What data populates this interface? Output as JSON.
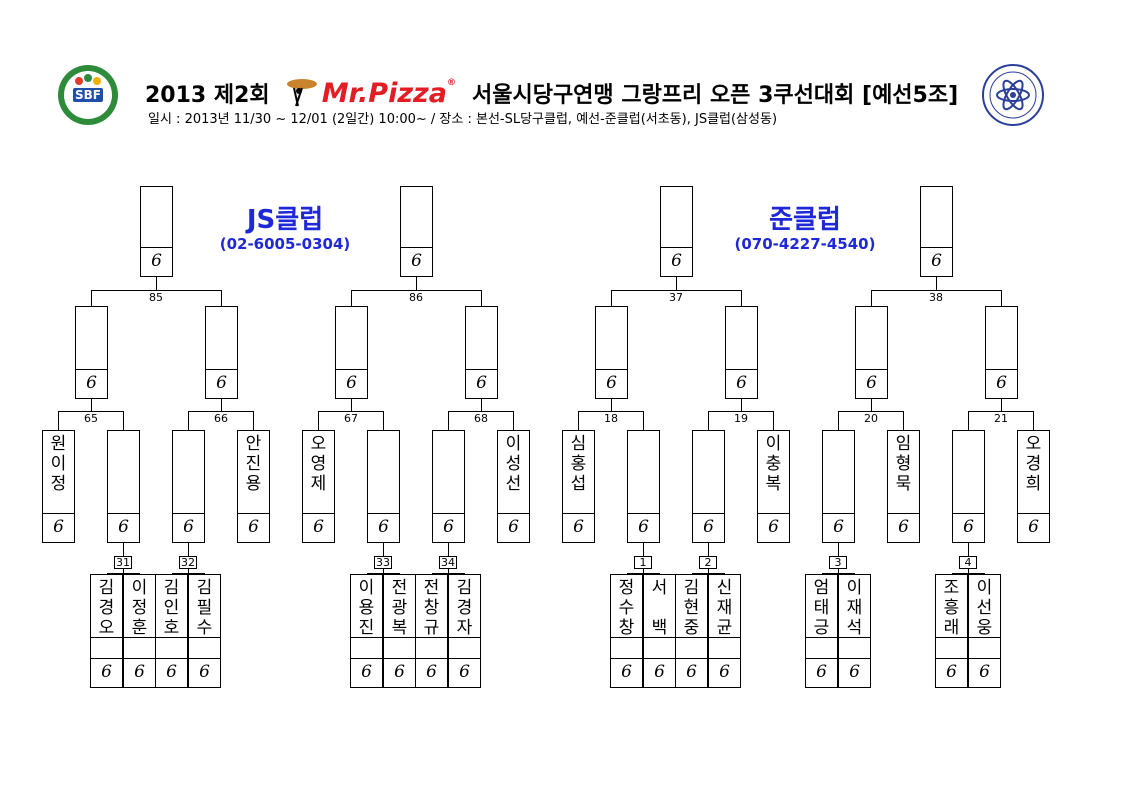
{
  "header": {
    "year_round": "2013 제2회",
    "sponsor": "Mr.Pizza",
    "sponsor_mark": "®",
    "title_rest": "서울시당구연맹 그랑프리 오픈 3쿠선대회 [예선5조]",
    "subtitle": "일시 : 2013년 11/30 ~ 12/01 (2일간) 10:00~ / 장소 : 본선-SL당구클럽, 예선-준클럽(서초동), JS클럽(삼성동)",
    "left_logo_text": "SBF",
    "colors": {
      "sponsor_red": "#e21e24",
      "club_blue": "#1f28d8"
    }
  },
  "clubs": [
    {
      "name": "JS클럽",
      "phone": "(02-6005-0304)"
    },
    {
      "name": "준클럽",
      "phone": "(070-4227-4540)"
    }
  ],
  "score_mark": "6",
  "brackets": [
    {
      "final_match": "85",
      "semis": [
        {
          "match": "65",
          "left_player": "원이정",
          "right_player": "",
          "prelim": {
            "match": "31",
            "players": [
              "김경오",
              "이정훈"
            ]
          }
        },
        {
          "match": "66",
          "left_player": "",
          "right_player": "안진용",
          "prelim": {
            "match": "32",
            "players": [
              "김인호",
              "김필수"
            ]
          }
        }
      ]
    },
    {
      "final_match": "86",
      "semis": [
        {
          "match": "67",
          "left_player": "오영제",
          "right_player": "",
          "prelim": {
            "match": "33",
            "players": [
              "이용진",
              "전광복"
            ]
          }
        },
        {
          "match": "68",
          "left_player": "",
          "right_player": "이성선",
          "prelim": {
            "match": "34",
            "players": [
              "전창규",
              "김경자"
            ]
          }
        }
      ]
    },
    {
      "final_match": "37",
      "semis": [
        {
          "match": "18",
          "left_player": "심홍섭",
          "right_player": "",
          "prelim": {
            "match": "1",
            "players": [
              "정수창",
              "서 백"
            ]
          }
        },
        {
          "match": "19",
          "left_player": "",
          "right_player": "이충복",
          "prelim": {
            "match": "2",
            "players": [
              "김현중",
              "신재균"
            ]
          }
        }
      ]
    },
    {
      "final_match": "38",
      "semis": [
        {
          "match": "20",
          "left_player": "",
          "right_player": "임형묵",
          "prelim": {
            "match": "3",
            "players": [
              "엄태긍",
              "이재석"
            ]
          }
        },
        {
          "match": "21",
          "left_player": "",
          "right_player": "오경희",
          "prelim": {
            "match": "4",
            "players": [
              "조흥래",
              "이선웅"
            ]
          }
        }
      ]
    }
  ]
}
